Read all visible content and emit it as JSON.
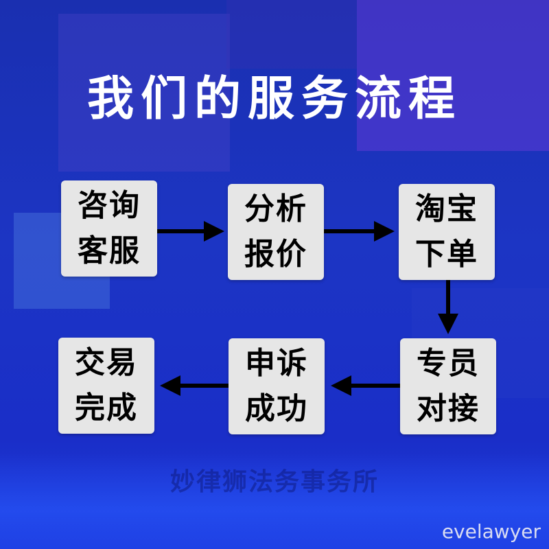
{
  "title": "我们的服务流程",
  "steps": [
    {
      "line1": "咨询",
      "line2": "客服"
    },
    {
      "line1": "分析",
      "line2": "报价"
    },
    {
      "line1": "淘宝",
      "line2": "下单"
    },
    {
      "line1": "专员",
      "line2": "对接"
    },
    {
      "line1": "申诉",
      "line2": "成功"
    },
    {
      "line1": "交易",
      "line2": "完成"
    }
  ],
  "watermark": "妙律狮法务事务所",
  "credit": "evelawyer",
  "colors": {
    "background": "#1c35c4",
    "box": "#e6e6e6",
    "arrow": "#000000",
    "title": "#ffffff"
  }
}
